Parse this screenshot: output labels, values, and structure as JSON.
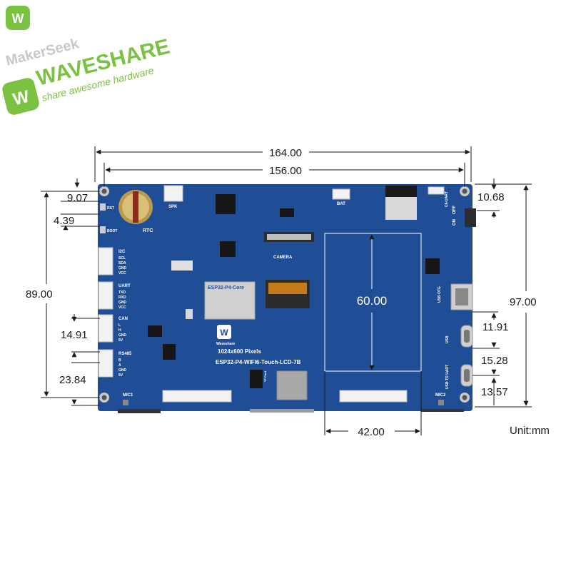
{
  "branding": {
    "watermark_1": "MakerSeek",
    "brand_name": "WAVESHARE",
    "tagline": "share awesome hardware",
    "brand_color": "#7cc242"
  },
  "dimensions": {
    "width_outer": "164.00",
    "width_holes": "156.00",
    "top_offset": "9.07",
    "top_offset_2": "4.39",
    "height_holes": "89.00",
    "height_total": "97.00",
    "can_spacing": "14.91",
    "rs485_spacing": "23.84",
    "switch_offset": "10.68",
    "usb_otg_offset": "11.91",
    "usb_spacing": "15.28",
    "usb_uart_offset": "13.57",
    "display_height": "60.00",
    "display_width": "42.00",
    "unit": "Unit:mm"
  },
  "board": {
    "color": "#1f4e96",
    "labels": {
      "rtc": "RTC",
      "spk": "SPK",
      "bat": "BAT",
      "camera": "CAMERA",
      "i2c": "I2C",
      "uart": "UART",
      "can": "CAN",
      "rs485": "RS485",
      "mic1": "MIC1",
      "mic2": "MIC2",
      "tf_card": "TF Card",
      "usb": "USB",
      "usb_otg": "USB OTG",
      "usb_to_uart": "USB TO UART",
      "c6_uart": "C6-UART",
      "on": "ON",
      "off": "OFF",
      "boot": "BOOT",
      "rst": "RST",
      "module_name": "ESP32-P4-Core",
      "brand": "Waveshare",
      "resolution": "1024x600 Pixels",
      "model": "ESP32-P4-WIFI6-Touch-LCD-7B",
      "i2c_pins": [
        "SCL",
        "SDA",
        "GND",
        "VCC"
      ],
      "uart_pins": [
        "TXD",
        "RXD",
        "GND",
        "VCC"
      ],
      "can_pins": [
        "L",
        "H",
        "GND",
        "5V"
      ],
      "rs485_pins": [
        "B",
        "A",
        "GND",
        "5V"
      ]
    }
  }
}
